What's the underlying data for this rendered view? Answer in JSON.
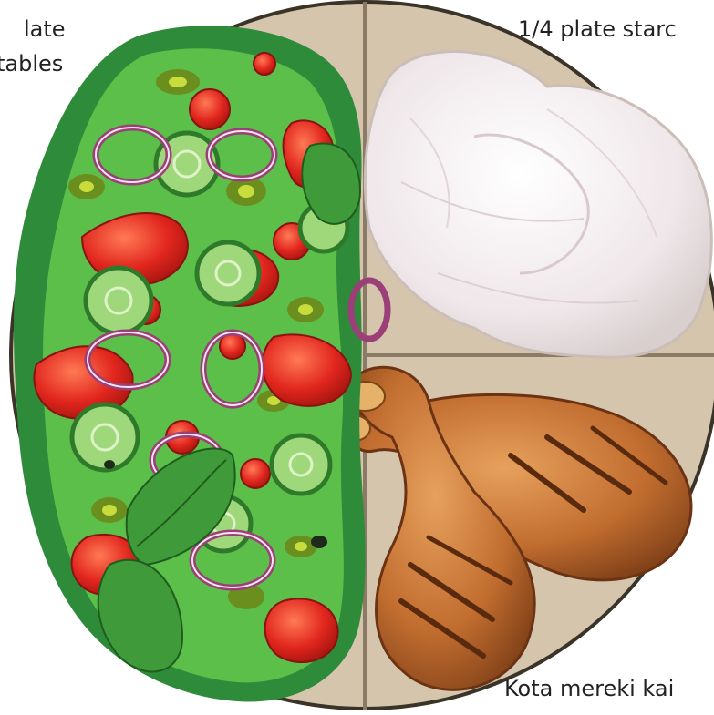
{
  "labels": {
    "veg_line1": "late",
    "veg_line2": "tables",
    "starch": "1/4 plate starc",
    "protein": "Kota mereki kai"
  },
  "colors": {
    "plate": "#d5c5ad",
    "plate_divider": "#8a7b66",
    "lettuce_dark": "#2e8b3a",
    "lettuce_light": "#5bbf4a",
    "tomato": "#e0302a",
    "cucumber": "#9ed87a",
    "onion": "#b05a8a",
    "olive": "#6a8f1e",
    "taro": "#f1ecec",
    "chicken": "#b8632a"
  },
  "icons": [
    "salad-illustration",
    "taro-illustration",
    "chicken-drumstick-illustration"
  ]
}
